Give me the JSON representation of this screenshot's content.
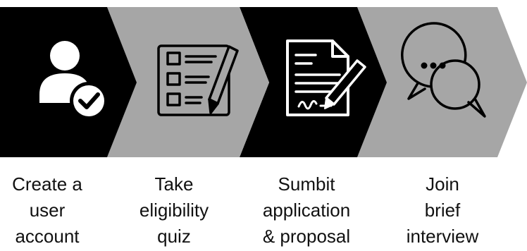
{
  "process": {
    "steps": [
      {
        "icon": "user-check-icon",
        "lines": [
          "Create a",
          "user",
          "account"
        ]
      },
      {
        "icon": "checklist-pen-icon",
        "lines": [
          "Take",
          "eligibility",
          "quiz"
        ]
      },
      {
        "icon": "signed-document-icon",
        "lines": [
          "Sumbit",
          "application",
          "& proposal"
        ]
      },
      {
        "icon": "chat-bubbles-icon",
        "lines": [
          "Join",
          "brief",
          "interview"
        ]
      }
    ],
    "colors": {
      "dark": "#000000",
      "light": "#a6a6a6",
      "text": "#111111"
    }
  }
}
